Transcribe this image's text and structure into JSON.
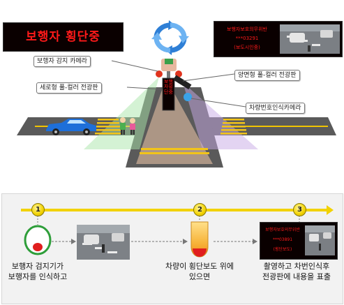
{
  "top": {
    "mode_sign": "보행자 횡단중",
    "right_sign_lines": [
      "보행자보호의무위반",
      "***03291",
      "(보도시인중)"
    ]
  },
  "callouts": {
    "pedestrian_camera": "보행자 감지 카메라",
    "vertical_display": "세로형 풀-컬러 전광판",
    "double_sided_display": "양면형 풀-컬러 전광판",
    "plate_camera": "차량번호인식카메라"
  },
  "pole_sign": "보행자횡단중",
  "steps": [
    {
      "number": "1",
      "caption_lines": [
        "보행자 검지기가",
        "보행자를 인식하고"
      ]
    },
    {
      "number": "2",
      "caption_lines": [
        "차량이 횡단보도 위에",
        "있으면"
      ]
    },
    {
      "number": "3",
      "caption_lines": [
        "촬영하고 차번인식후",
        "전광판에 내용을 표출"
      ]
    }
  ],
  "step3_sign_lines": [
    "보행자보호의무위반",
    "***03891",
    "(횡단보도)"
  ],
  "colors": {
    "led_red": "#ff1a1a",
    "led_bg": "#0a0000",
    "cycle_arrow": "#2e7fd6",
    "car_blue": "#1e6fd9",
    "timeline_yellow": "#f2d200",
    "road": "#5a5a5a"
  }
}
